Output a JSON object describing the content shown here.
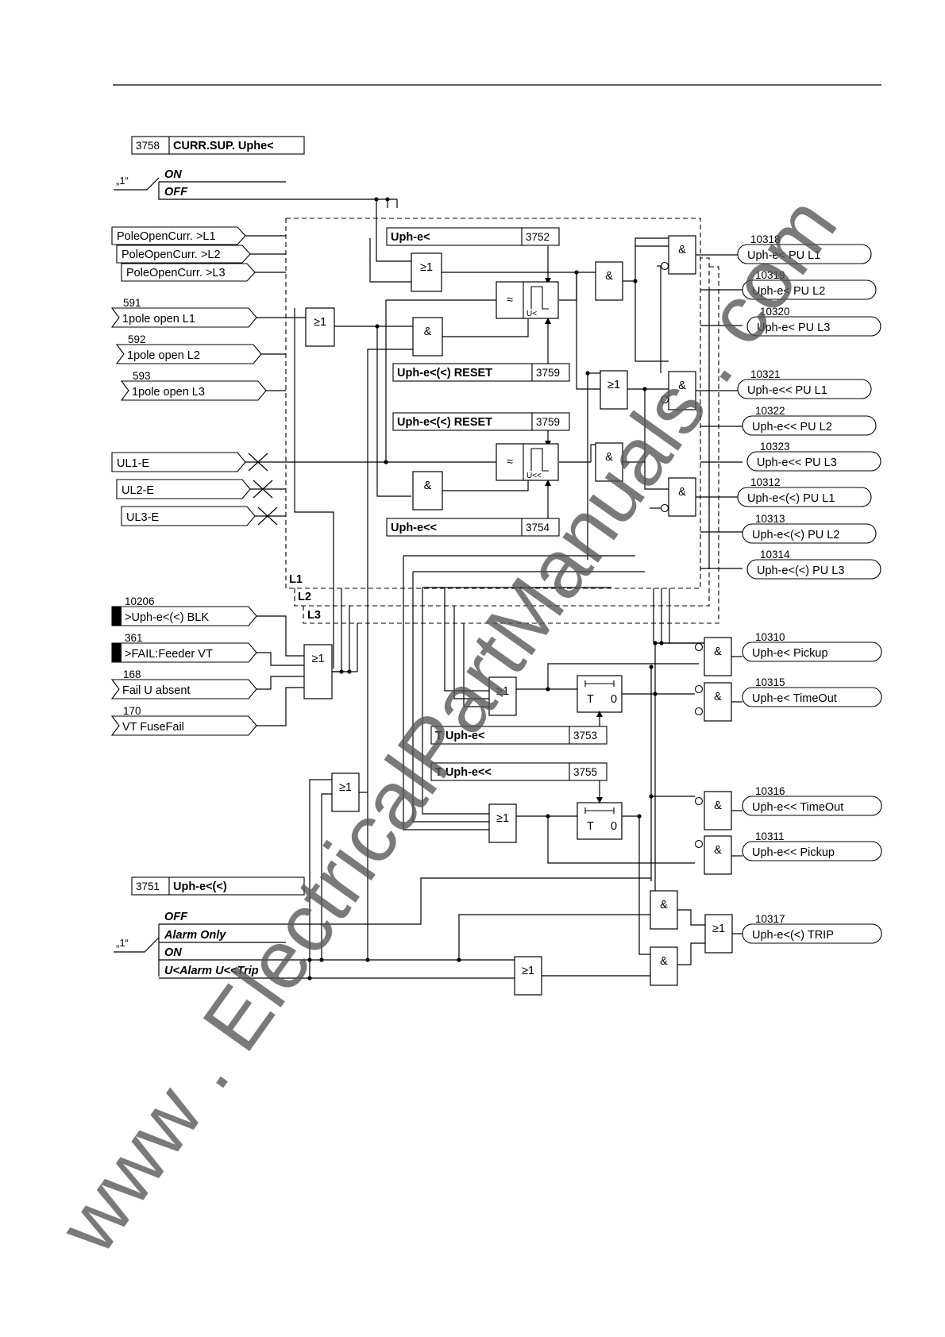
{
  "settings": [
    {
      "id": "3758",
      "name": "CURR.SUP. Uphe<"
    },
    {
      "id": "3752",
      "name": "Uph-e<"
    },
    {
      "id": "3759",
      "name": "Uph-e<(<) RESET"
    },
    {
      "id": "3759",
      "name": "Uph-e<(<) RESET"
    },
    {
      "id": "3754",
      "name": "Uph-e<<"
    },
    {
      "id": "3753",
      "name": "T Uph-e<"
    },
    {
      "id": "3755",
      "name": "T Uph-e<<"
    },
    {
      "id": "3751",
      "name": "Uph-e<(<)"
    }
  ],
  "switch_top": {
    "const": "„1“",
    "options": [
      "ON",
      "OFF"
    ]
  },
  "switch_bottom": {
    "const": "„1“",
    "options": [
      "OFF",
      "Alarm Only",
      "ON",
      "U<Alarm U<<Trip"
    ]
  },
  "inputs_pole_open_curr": [
    "PoleOpenCurr. >L1",
    "PoleOpenCurr. >L2",
    "PoleOpenCurr. >L3"
  ],
  "inputs_pole_open": [
    {
      "num": "591",
      "label": "1pole open L1"
    },
    {
      "num": "592",
      "label": "1pole open L2"
    },
    {
      "num": "593",
      "label": "1pole open L3"
    }
  ],
  "inputs_voltage": [
    "UL1-E",
    "UL2-E",
    "UL3-E"
  ],
  "inputs_block": [
    {
      "num": "10206",
      "label": ">Uph-e<(<) BLK"
    },
    {
      "num": "361",
      "label": ">FAIL:Feeder VT"
    },
    {
      "num": "168",
      "label": "Fail U absent"
    },
    {
      "num": "170",
      "label": "VT FuseFail"
    }
  ],
  "phase_layers": [
    "L1",
    "L2",
    "L3"
  ],
  "gate_labels": {
    "or": "≥1",
    "and": "&",
    "timer_t": "T",
    "timer_zero": "0",
    "comp_lt": "U<",
    "comp_ltlt": "U<<"
  },
  "outputs_phase": [
    {
      "num": "10318",
      "label": "Uph-e< PU L1"
    },
    {
      "num": "10319",
      "label": "Uph-e< PU L2"
    },
    {
      "num": "10320",
      "label": "Uph-e< PU L3"
    },
    {
      "num": "10321",
      "label": "Uph-e<< PU L1"
    },
    {
      "num": "10322",
      "label": "Uph-e<< PU L2"
    },
    {
      "num": "10323",
      "label": "Uph-e<< PU L3"
    },
    {
      "num": "10312",
      "label": "Uph-e<(<) PU L1"
    },
    {
      "num": "10313",
      "label": "Uph-e<(<) PU L2"
    },
    {
      "num": "10314",
      "label": "Uph-e<(<) PU L3"
    }
  ],
  "outputs_general": [
    {
      "num": "10310",
      "label": "Uph-e< Pickup"
    },
    {
      "num": "10315",
      "label": "Uph-e< TimeOut"
    },
    {
      "num": "10316",
      "label": "Uph-e<< TimeOut"
    },
    {
      "num": "10311",
      "label": "Uph-e<< Pickup"
    },
    {
      "num": "10317",
      "label": "Uph-e<(<) TRIP"
    }
  ],
  "watermark": "www . ElectricalPartManuals . com"
}
